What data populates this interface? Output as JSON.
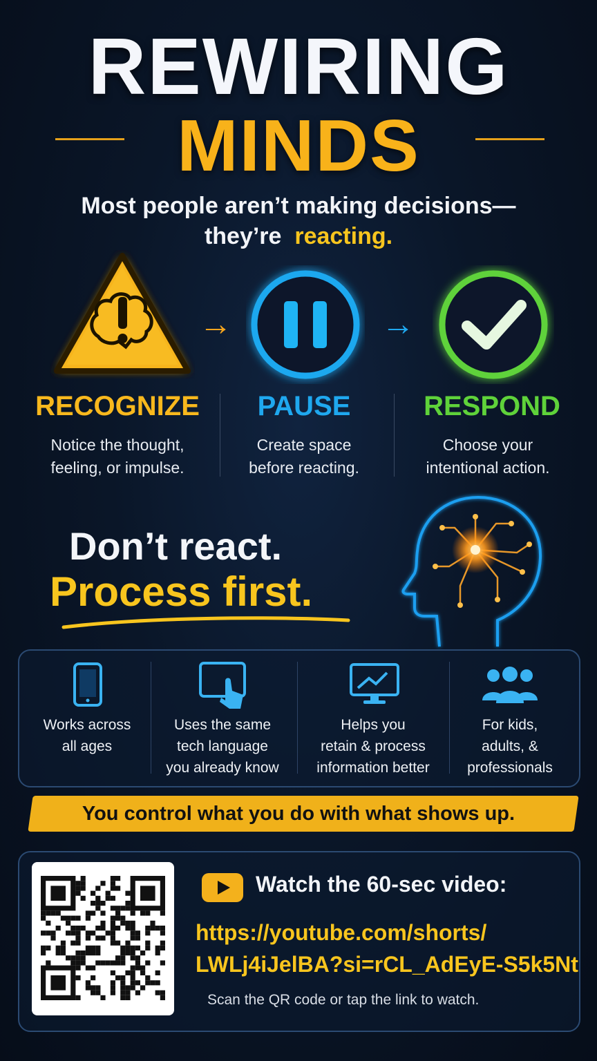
{
  "title": {
    "line1": "REWIRING",
    "line2": "MINDS"
  },
  "subtitle": {
    "line1": "Most people aren’t making decisions—",
    "line2_prefix": "they’re",
    "line2_highlight": "reacting."
  },
  "steps": [
    {
      "title": "RECOGNIZE",
      "desc1": "Notice the thought,",
      "desc2": "feeling, or impulse.",
      "color": "#f8b81d",
      "icon": "warning-brain-icon"
    },
    {
      "title": "PAUSE",
      "desc1": "Create space",
      "desc2": "before reacting.",
      "color": "#1fa8ef",
      "icon": "pause-icon"
    },
    {
      "title": "RESPOND",
      "desc1": "Choose your",
      "desc2": "intentional action.",
      "color": "#5fd23a",
      "icon": "checkmark-icon"
    }
  ],
  "tagline": {
    "line1": "Don’t react.",
    "line2": "Process first."
  },
  "features": [
    {
      "icon": "smartphone-icon",
      "lines": [
        "Works across",
        "all ages"
      ]
    },
    {
      "icon": "touchscreen-icon",
      "lines": [
        "Uses the same",
        "tech language",
        "you already know"
      ]
    },
    {
      "icon": "monitor-icon",
      "lines": [
        "Helps you",
        "retain & process",
        "information better"
      ]
    },
    {
      "icon": "people-icon",
      "lines": [
        "For kids,",
        "adults, &",
        "professionals"
      ]
    }
  ],
  "banner": "You control what you do with what shows up.",
  "video": {
    "watch_label": "Watch the 60-sec video:",
    "link_line1": "https://youtube.com/shorts/",
    "link_line2": "LWLj4iJelBA?si=rCL_AdEyE-S5k5Nt",
    "scan_text": "Scan the QR code or tap the link to watch."
  },
  "colors": {
    "accent_yellow": "#f8b81d",
    "accent_blue": "#1fa8ef",
    "accent_green": "#5fd23a",
    "background": "#0a1628"
  }
}
